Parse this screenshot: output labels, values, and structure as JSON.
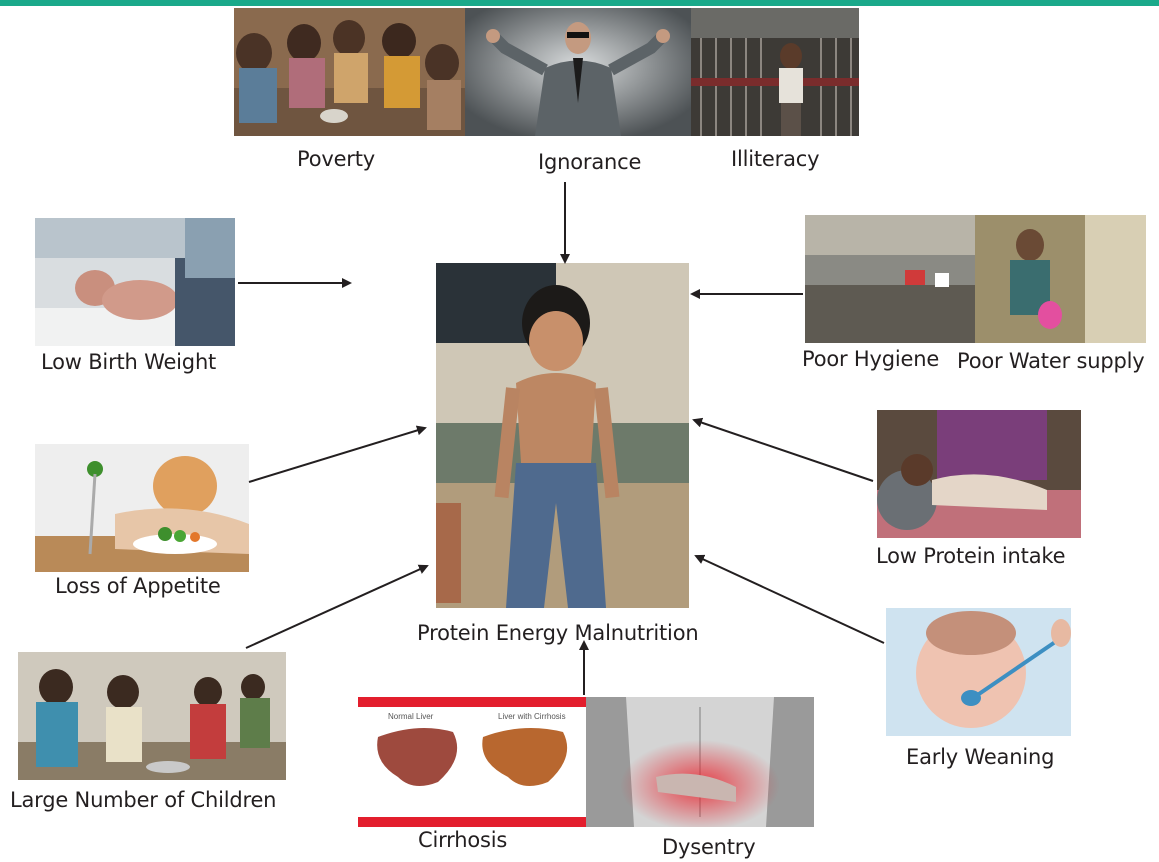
{
  "center": {
    "label": "Protein Energy Malnutrition"
  },
  "causes": {
    "poverty": "Poverty",
    "ignorance": "Ignorance",
    "illiteracy": "Illiteracy",
    "low_birth_weight": "Low Birth Weight",
    "poor_hygiene": "Poor Hygiene",
    "poor_water_supply": "Poor Water supply",
    "loss_of_appetite": "Loss of Appetite",
    "low_protein_intake": "Low Protein intake",
    "large_number_of_children": "Large Number of Children",
    "early_weaning": "Early Weaning",
    "cirrhosis": "Cirrhosis",
    "dysentry": "Dysentry"
  },
  "cirrhosis_panel": {
    "left_caption": "Normal Liver",
    "right_caption": "Liver with Cirrhosis"
  },
  "colors": {
    "accent_bar": "#1aa98a",
    "arrow": "#231f20",
    "panel_stripe": "#e31e2d"
  }
}
